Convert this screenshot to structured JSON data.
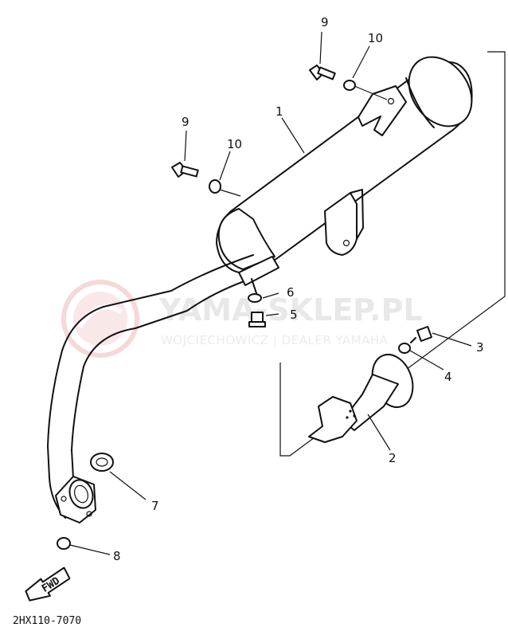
{
  "watermark": {
    "brand": "YAMA-SKLEP.PL",
    "dealer": "WOJCIECHOWICZ | DEALER YAMAHA"
  },
  "callouts": {
    "muffler": "1",
    "spark_arrester": "2",
    "arrester_bolt": "3",
    "arrester_washer": "4",
    "clamp_bolt": "5",
    "clamp_washer": "6",
    "exhaust_gasket": "7",
    "flange_nut": "8",
    "bolt_rear": "9",
    "washer_rear": "10",
    "bolt_front": "9",
    "washer_front": "10"
  },
  "fwd_label": "FWD",
  "diagram_code": "2HX110-7070",
  "colors": {
    "ink": "#111111",
    "watermark": "#e6e6e6",
    "watermark_logo": "#f3c9c9"
  }
}
